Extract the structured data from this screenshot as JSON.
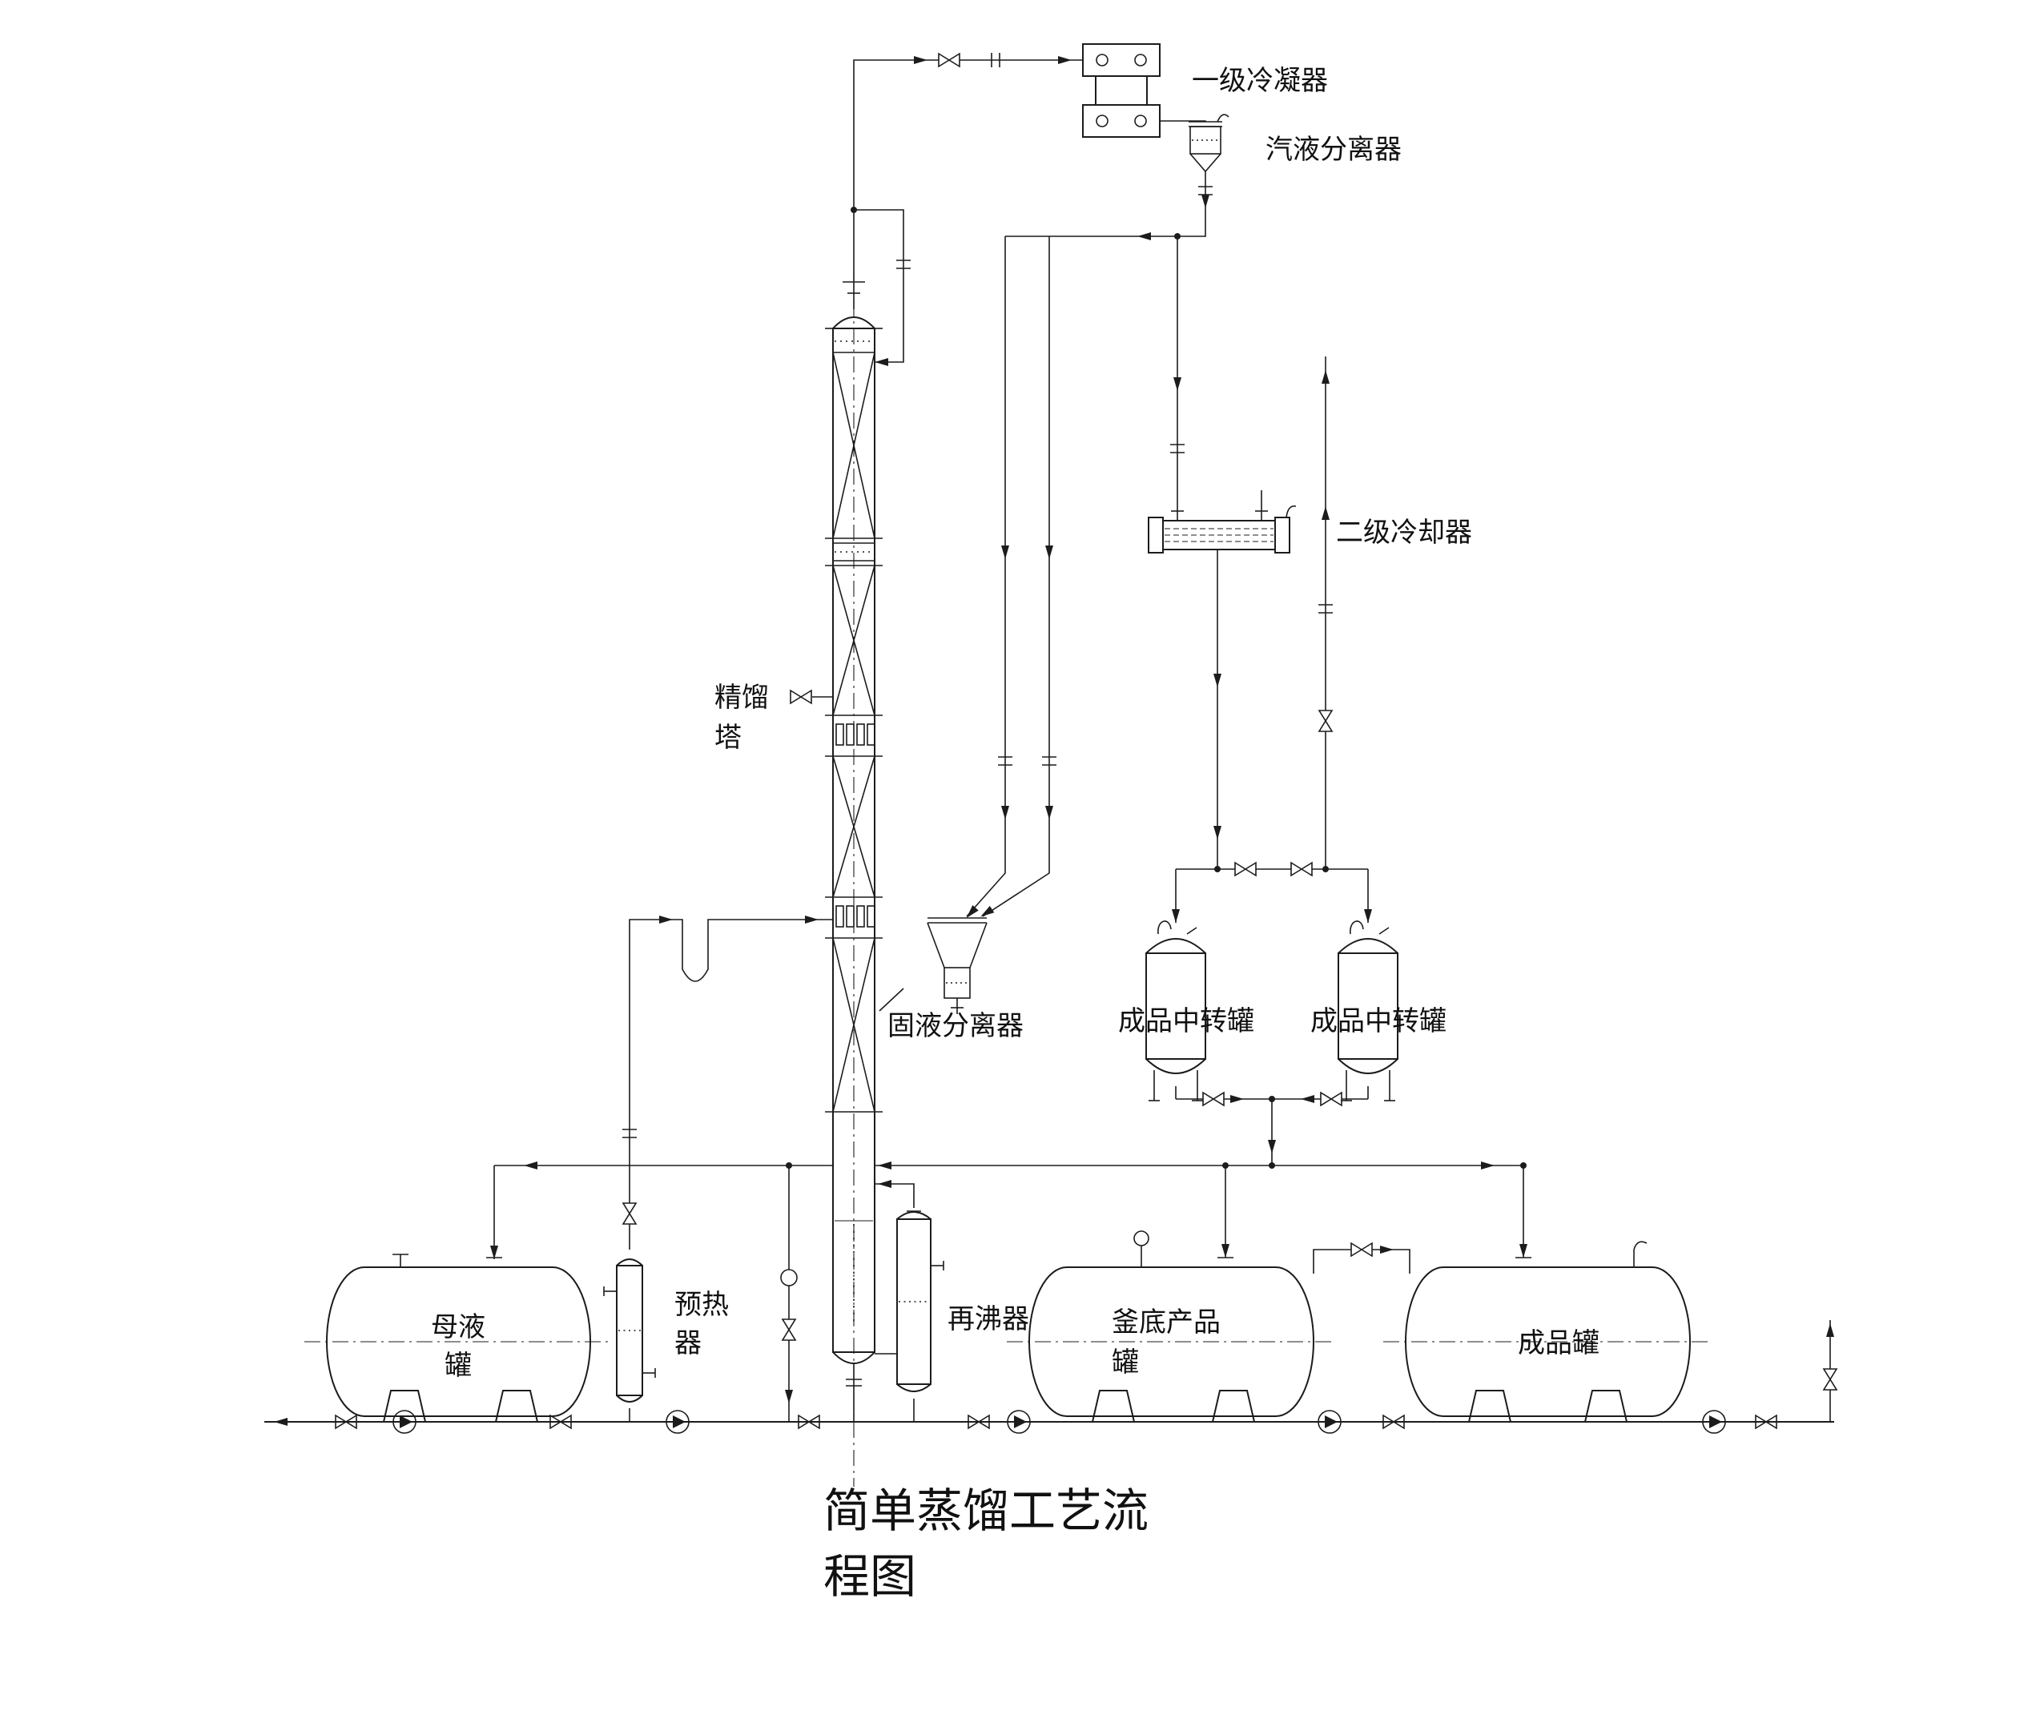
{
  "diagram": {
    "title": {
      "line1": "简单蒸馏工艺流",
      "line2": "程图"
    },
    "labels": {
      "condenser_stage1": "一级冷凝器",
      "vapor_liquid_separator": "汽液分离器",
      "cooler_stage2": "二级冷却器",
      "distillation_column": [
        "精馏",
        "塔"
      ],
      "solid_liquid_separator": "固液分离器",
      "product_transfer_tank_left": "成品中转罐",
      "product_transfer_tank_right": "成品中转罐",
      "mother_liquor_tank": [
        "母液",
        "罐"
      ],
      "preheater": [
        "预热",
        "器"
      ],
      "reboiler": "再沸器",
      "bottoms_product_tank": [
        "釜底产品",
        "罐"
      ],
      "product_tank": "成品罐"
    },
    "colors": {
      "line": "#1c1c1c",
      "background": "#ffffff"
    }
  }
}
